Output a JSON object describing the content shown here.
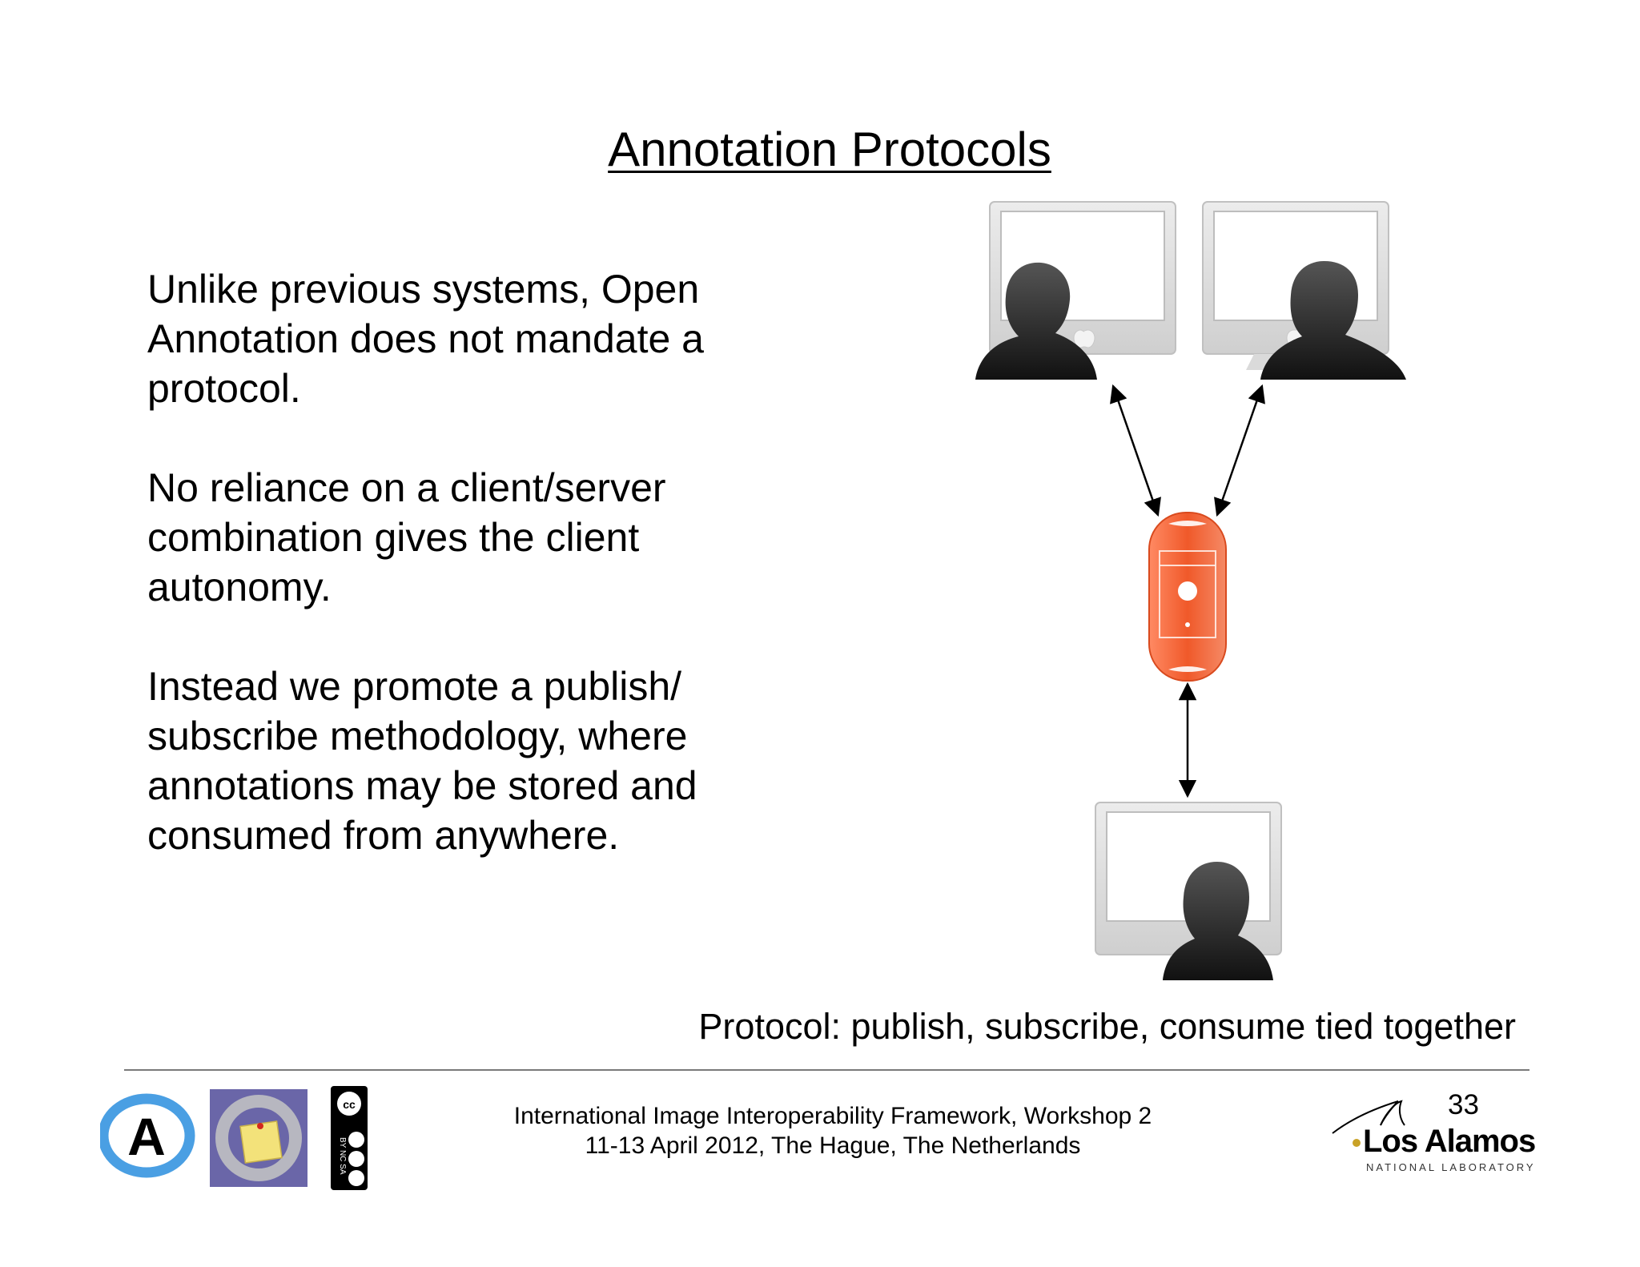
{
  "slide": {
    "title": "Annotation Protocols",
    "paragraphs": [
      "Unlike previous systems, Open Annotation does not mandate a protocol.",
      "No reliance on a client/server combination gives the client autonomy.",
      "Instead we promote a publish/ subscribe methodology, where annotations may be stored and consumed from anywhere."
    ],
    "caption": "Protocol: publish, subscribe, consume tied together",
    "footer_line1": "International Image Interoperability Framework, Workshop 2",
    "footer_line2": "11-13 April 2012, The Hague, The Netherlands",
    "page_number": "33"
  },
  "logos": {
    "annotation_logo_letter": "A",
    "cc_license_label": "BY NC SA",
    "lanl_name": "Los Alamos",
    "lanl_sub": "NATIONAL LABORATORY"
  },
  "colors": {
    "server_orange": "#f2602f",
    "annotation_logo_blue": "#4a9fe3",
    "sticky_note_yellow": "#f3e27a",
    "monitor_gray": "#d9d9d9"
  }
}
